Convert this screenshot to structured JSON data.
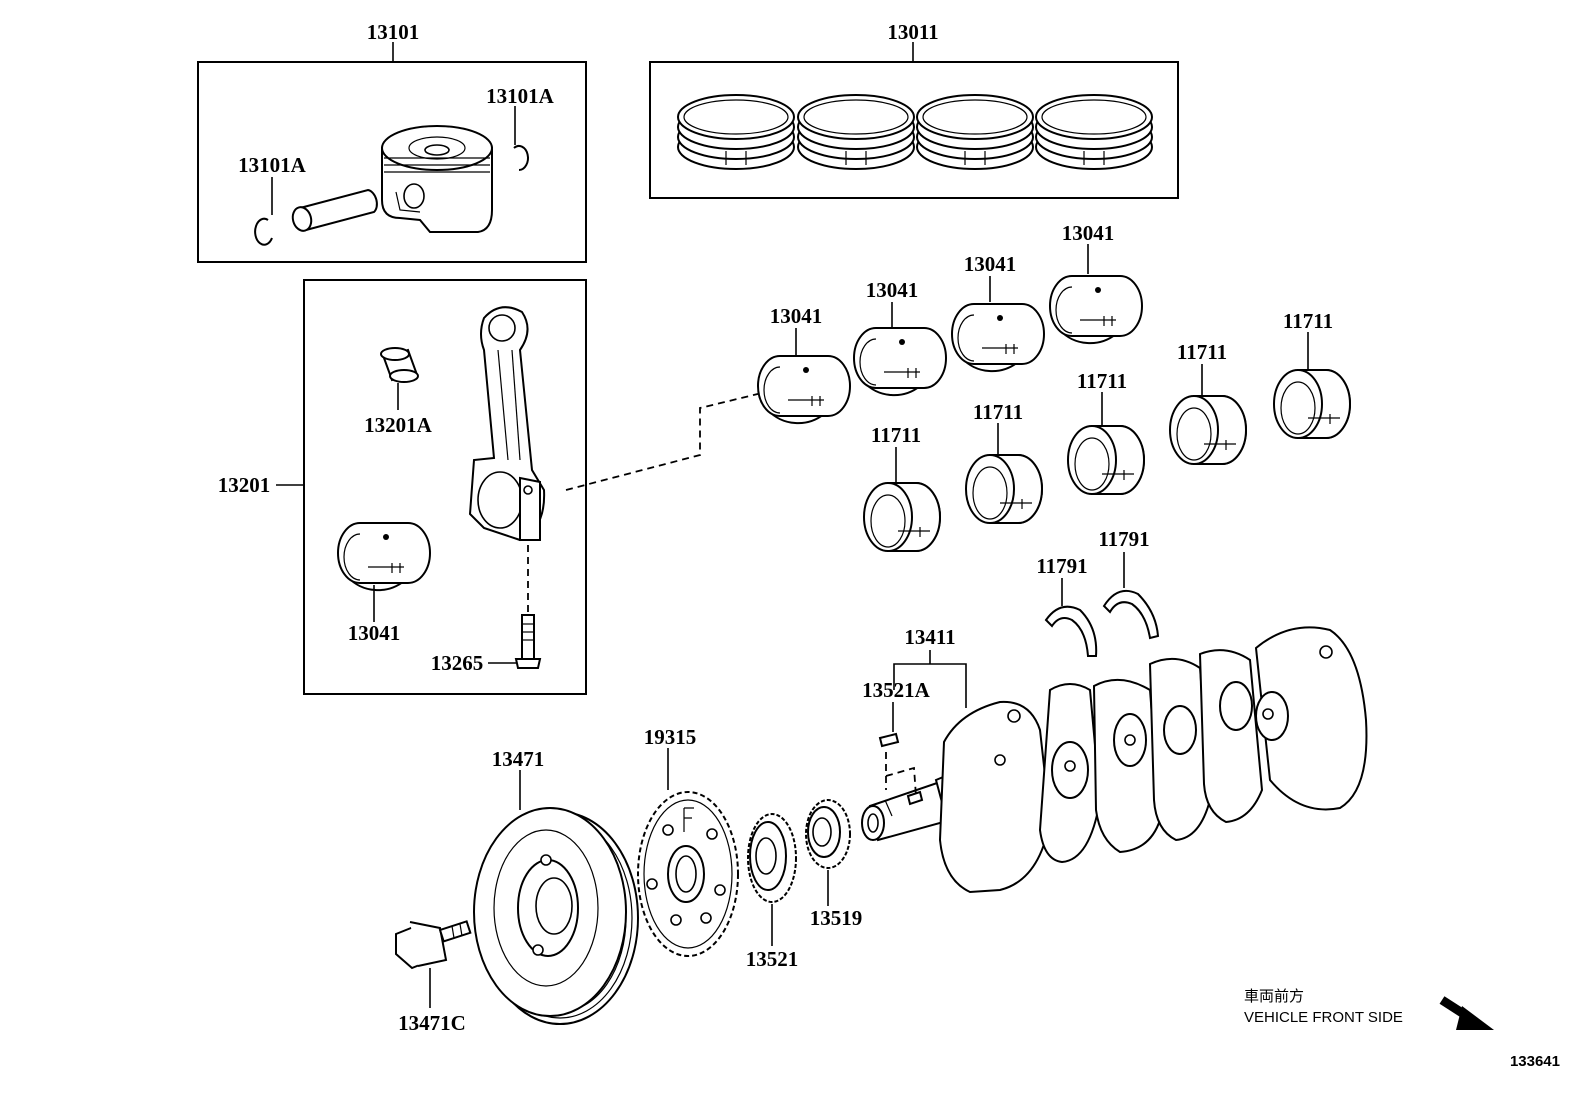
{
  "labels": {
    "piston_set": "13101",
    "ring_set": "13011",
    "snap_ring_right": "13101A",
    "snap_ring_left": "13101A",
    "conrod_assy": "13201",
    "conrod_bushing": "13201A",
    "conrod_bearing_in_box": "13041",
    "conrod_bolt": "13265",
    "conrod_bearing_1": "13041",
    "conrod_bearing_2": "13041",
    "conrod_bearing_3": "13041",
    "conrod_bearing_4": "13041",
    "main_bearing_1": "11711",
    "main_bearing_2": "11711",
    "main_bearing_3": "11711",
    "main_bearing_4": "11711",
    "main_bearing_5": "11711",
    "thrust_washer_1": "11791",
    "thrust_washer_2": "11791",
    "crankshaft": "13411",
    "crankshaft_key": "13521A",
    "crank_pulley": "13471",
    "timing_rotor": "19315",
    "crank_sprocket": "13521",
    "oil_pump_sprocket": "13519",
    "pulley_bolt": "13471C"
  },
  "footer": {
    "direction_jp": "車両前方",
    "direction_en": "VEHICLE FRONT SIDE",
    "diagram_id": "133641"
  }
}
